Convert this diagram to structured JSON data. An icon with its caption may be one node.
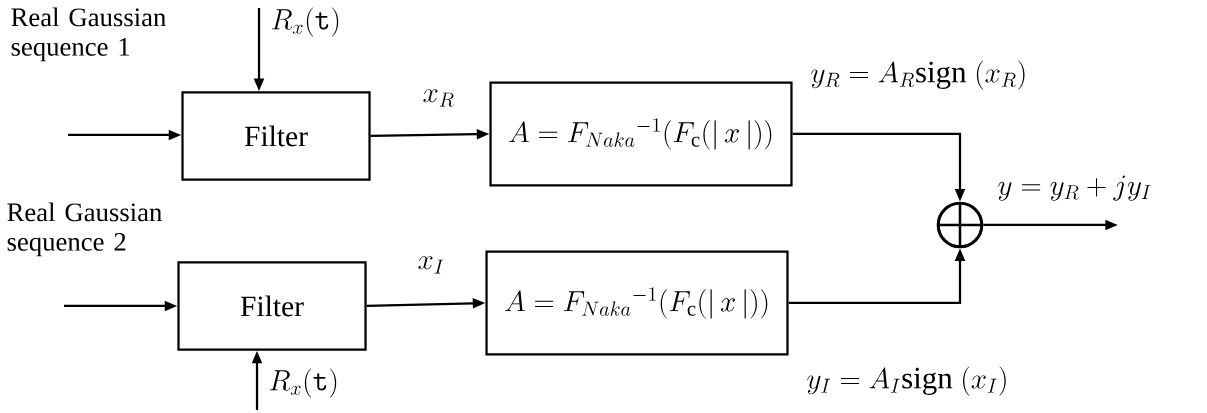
{
  "diagram": {
    "nodes": [
      {
        "text": [
          "Filter"
        ]
      },
      {
        "text": [
          "Filter"
        ]
      },
      {
        "text": [
          "A = F_{Naka}{}^{-1}(F_{\\mathrm{c}}(|\\,x\\,|))"
        ]
      },
      {
        "text": [
          "A = F_{Naka}{}^{-1}(F_{\\mathrm{c}}(|\\,x\\,|))"
        ]
      },
      {
        "text": [],
        "shape": "circle"
      }
    ],
    "edges": [
      {
        "from": null,
        "to": 0,
        "arrow": "to",
        "label": "Real Gaussian sequence 1"
      },
      {
        "from": null,
        "to": 0,
        "arrow": "to",
        "label": "R_x(\\mathtt{t})"
      },
      {
        "from": 0,
        "to": 2,
        "arrow": "to",
        "label": "x_R"
      },
      {
        "from": 2,
        "to": 4,
        "arrow": "to",
        "label": "y_R = A_R\\mathrm{sign}\\ (x_R)"
      },
      {
        "from": null,
        "to": 1,
        "arrow": "to",
        "label": "Real Gaussian sequence 2"
      },
      {
        "from": null,
        "to": 1,
        "arrow": "to",
        "label": "R_x(\\mathtt{t})"
      },
      {
        "from": 1,
        "to": 3,
        "arrow": "to",
        "label": "x_I"
      },
      {
        "from": 3,
        "to": 4,
        "arrow": "to",
        "label": "y_I = A_I\\mathrm{sign}\\ (x_I)"
      },
      {
        "from": 4,
        "to": null,
        "arrow": "to",
        "label": "y = y_R + jy_I"
      }
    ]
  }
}
